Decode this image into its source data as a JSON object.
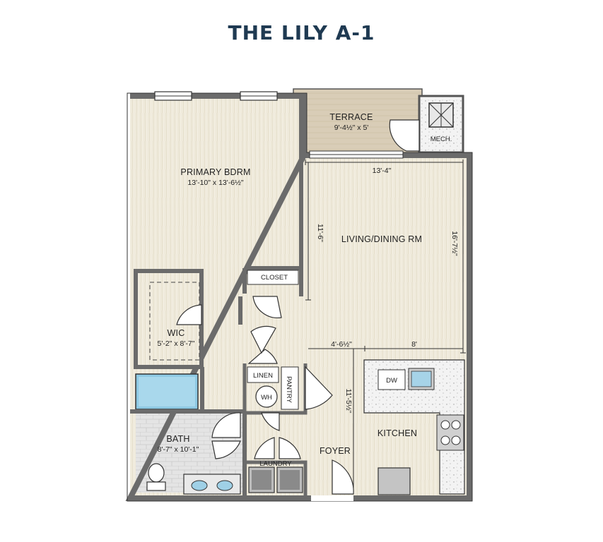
{
  "title": "THE LILY A-1",
  "rooms": {
    "primary_bedroom": {
      "name": "PRIMARY BDRM",
      "dims": "13'-10\" x 13'-6½\""
    },
    "terrace": {
      "name": "TERRACE",
      "dims": "9'-4½\" x 5'"
    },
    "mech": {
      "name": "MECH."
    },
    "living_dining": {
      "name": "LIVING/DINING RM",
      "width": "13'-4\"",
      "depth_left": "11'-6\"",
      "depth_right": "16'-7½\""
    },
    "closet": {
      "name": "CLOSET"
    },
    "wic": {
      "name": "WIC",
      "dims": "5'-2\" x 8'-7\""
    },
    "linen": {
      "name": "LINEN"
    },
    "pantry": {
      "name": "PANTRY"
    },
    "water_heater": {
      "name": "WH"
    },
    "bath": {
      "name": "BATH",
      "dims": "8'-7\" x 10'-1\""
    },
    "laundry": {
      "name": "LAUNDRY"
    },
    "foyer": {
      "name": "FOYER"
    },
    "kitchen": {
      "name": "KITCHEN",
      "dishwasher": "DW",
      "depth": "11'-5½\""
    }
  },
  "dimensions": {
    "segment_left": "4'-6½\"",
    "segment_right": "8'"
  }
}
